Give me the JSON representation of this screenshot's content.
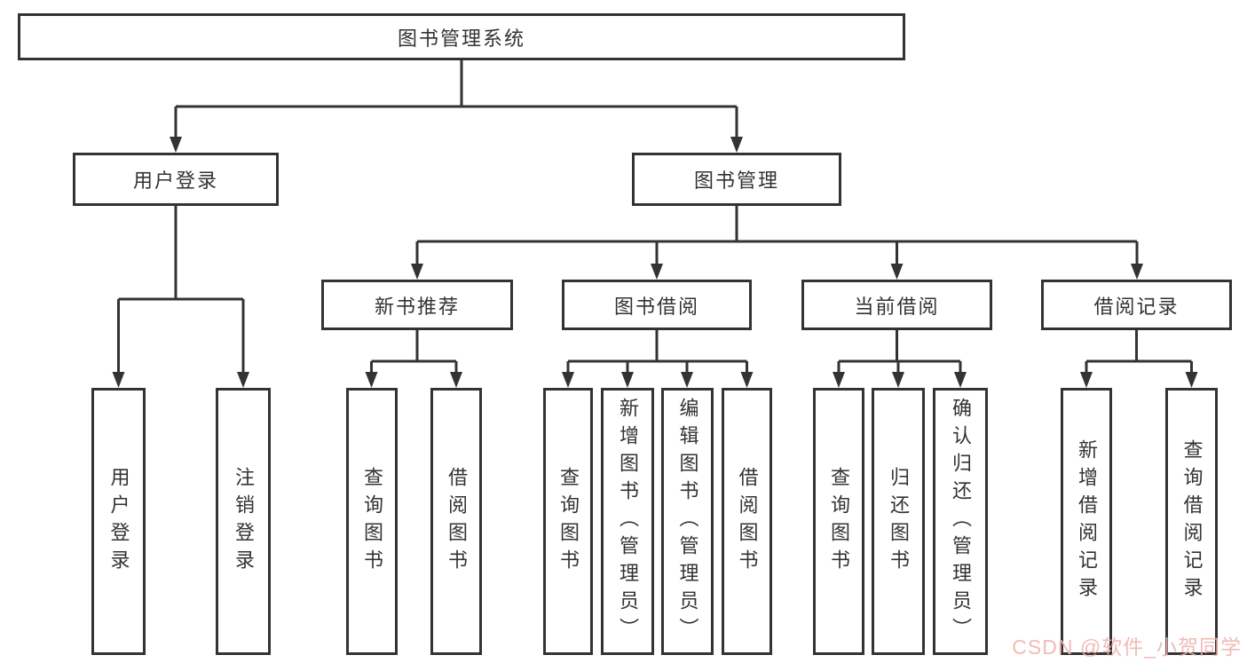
{
  "tree": {
    "root": {
      "label": "图书管理系统"
    },
    "branches": [
      {
        "label": "用户登录",
        "children": [
          {
            "label": "用户登录"
          },
          {
            "label": "注销登录"
          }
        ]
      },
      {
        "label": "图书管理",
        "children": [
          {
            "label": "新书推荐",
            "children": [
              {
                "label": "查询图书"
              },
              {
                "label": "借阅图书"
              }
            ]
          },
          {
            "label": "图书借阅",
            "children": [
              {
                "label": "查询图书"
              },
              {
                "label": "新增图书（管理员）"
              },
              {
                "label": "编辑图书（管理员）"
              },
              {
                "label": "借阅图书"
              }
            ]
          },
          {
            "label": "当前借阅",
            "children": [
              {
                "label": "查询图书"
              },
              {
                "label": "归还图书"
              },
              {
                "label": "确认归还（管理员）"
              }
            ]
          },
          {
            "label": "借阅记录",
            "children": [
              {
                "label": "新增借阅记录"
              },
              {
                "label": "查询借阅记录"
              }
            ]
          }
        ]
      }
    ]
  },
  "watermark": {
    "text": "CSDN @软件_小贺同学"
  },
  "colors": {
    "line": "#333333",
    "text": "#333333",
    "background": "#ffffff",
    "watermark": "#f0b4ae"
  }
}
